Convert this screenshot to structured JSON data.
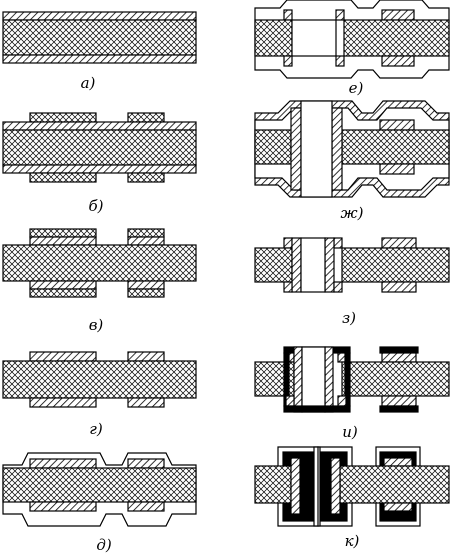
{
  "labels": {
    "a": "а)",
    "b": "б)",
    "v": "в)",
    "g": "г)",
    "d": "д)",
    "e": "е)",
    "zh": "ж)",
    "z": "з)",
    "i": "и)",
    "k": "к)"
  },
  "colors": {
    "ink": "#000000",
    "paper": "#ffffff",
    "dielectric_pattern": "cross-hatch",
    "copper_pattern": "diagonal-hatch",
    "resist_fill": "#000000"
  }
}
